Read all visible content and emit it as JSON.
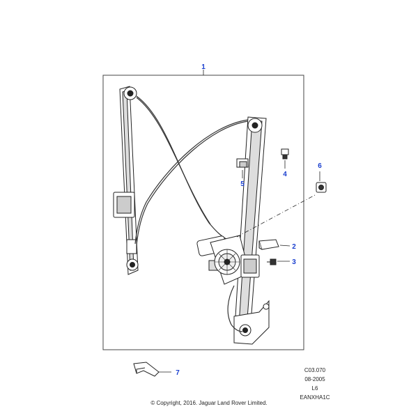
{
  "diagram": {
    "callouts": [
      {
        "id": "1",
        "label": "1"
      },
      {
        "id": "2",
        "label": "2"
      },
      {
        "id": "3",
        "label": "3"
      },
      {
        "id": "4",
        "label": "4"
      },
      {
        "id": "5",
        "label": "5"
      },
      {
        "id": "6",
        "label": "6"
      },
      {
        "id": "7",
        "label": "7"
      }
    ],
    "callout_color": "#1a3fcf",
    "line_color": "#222222"
  },
  "meta": {
    "ref_code": "C03.070",
    "date": "08-2005",
    "model": "L6",
    "drawing_id": "EANXHA1C"
  },
  "copyright": "© Copyright, 2016. Jaguar Land Rover Limited."
}
